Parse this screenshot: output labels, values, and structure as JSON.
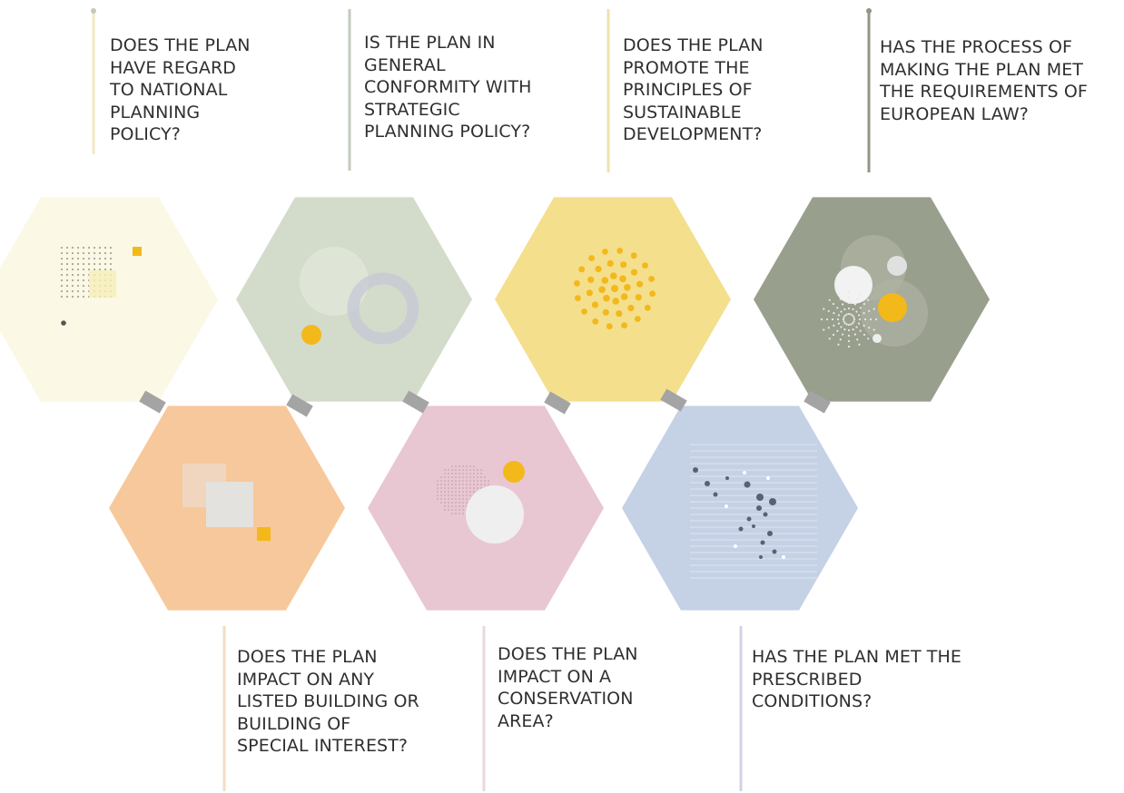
{
  "questions": [
    {
      "id": "national-policy",
      "text": "DOES THE PLAN\nHAVE REGARD\nTO NATIONAL\nPLANNING\nPOLICY?",
      "hex_color": "#fbf8e6",
      "line_color": "#f0e9c4",
      "icon": "dot-grid-icon"
    },
    {
      "id": "strategic-policy",
      "text": "IS THE PLAN IN\nGENERAL\nCONFORMITY WITH\nSTRATEGIC\nPLANNING POLICY?",
      "hex_color": "#d3dccb",
      "line_color": "#c4cbbd",
      "icon": "overlapping-circles-icon"
    },
    {
      "id": "sustainable-development",
      "text": "DOES THE PLAN\nPROMOTE THE\nPRINCIPLES OF\nSUSTAINABLE\nDEVELOPMENT?",
      "hex_color": "#f4df8d",
      "line_color": "#efe2b0",
      "icon": "dot-burst-icon"
    },
    {
      "id": "european-law",
      "text": "HAS THE PROCESS OF\nMAKING THE PLAN MET\nTHE REQUIREMENTS OF\nEUROPEAN LAW?",
      "hex_color": "#999f8d",
      "line_color": "#8f9687",
      "icon": "circle-cluster-icon"
    },
    {
      "id": "listed-building",
      "text": "DOES THE PLAN\nIMPACT ON ANY\nLISTED BUILDING OR\nBUILDING OF\nSPECIAL INTEREST?",
      "hex_color": "#f7c89b",
      "line_color": "#f2ddc2",
      "icon": "overlapping-squares-icon"
    },
    {
      "id": "conservation-area",
      "text": "DOES THE PLAN\nIMPACT ON A\nCONSERVATION\nAREA?",
      "hex_color": "#e8c7d2",
      "line_color": "#ead8df",
      "icon": "circle-texture-icon"
    },
    {
      "id": "prescribed-conditions",
      "text": "HAS THE PLAN MET THE\nPRESCRIBED\nCONDITIONS?",
      "hex_color": "#c5d1e5",
      "line_color": "#d2d3e4",
      "icon": "scatter-dots-icon"
    }
  ],
  "colors": {
    "accent": "#f3b81a",
    "connector": "#a4a4a4",
    "text": "#2f2f2f"
  }
}
